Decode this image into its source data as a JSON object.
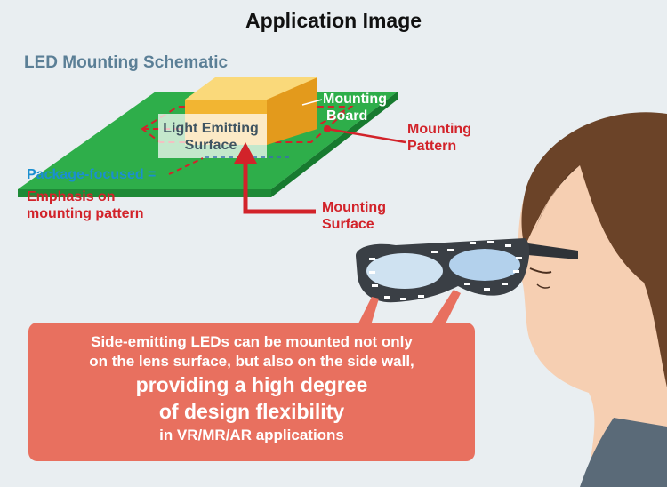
{
  "title": "Application Image",
  "subtitle": "LED Mounting Schematic",
  "labels": {
    "mounting_board_1": "Mounting",
    "mounting_board_2": "Board",
    "mounting_pattern_1": "Mounting",
    "mounting_pattern_2": "Pattern",
    "light_emitting_1": "Light Emitting",
    "light_emitting_2": "Surface",
    "package_focused": "Package-focused =",
    "emphasis_1": "Emphasis on",
    "emphasis_2": "mounting pattern",
    "mounting_surface_1": "Mounting",
    "mounting_surface_2": "Surface"
  },
  "callout": {
    "line1": "Side-emitting LEDs can be mounted not only",
    "line2": "on the lens surface, but also on the side wall,",
    "line3": "providing a high degree",
    "line4": "of design flexibility",
    "line5": "in VR/MR/AR applications"
  },
  "colors": {
    "background": "#e9eef1",
    "board_green": "#2eae4a",
    "led_orange": "#f2b532",
    "accent_red": "#d2232a",
    "accent_blue": "#1b8fd0",
    "callout_bg": "#e8705f",
    "title_blue_gray": "#5b7f96"
  }
}
